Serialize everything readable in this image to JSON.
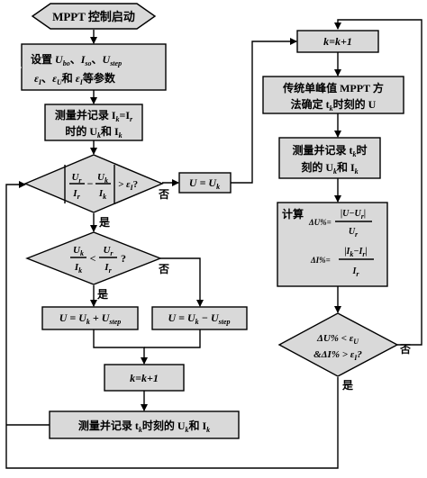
{
  "nodes": {
    "start": {
      "label": "MPPT 控制启动"
    },
    "setup": {
      "prefix": "设置 ",
      "line1_vars": [
        "U",
        "I",
        "U"
      ],
      "line1_subs": [
        "bo",
        "so",
        "step"
      ],
      "line1_seps": [
        "、",
        "、"
      ],
      "line2_vars": [
        "ε",
        "ε",
        "ε"
      ],
      "line2_subs": [
        "I",
        "U",
        "I"
      ],
      "line2_seps": [
        "、",
        "和 "
      ],
      "suffix": "等参数"
    },
    "measure1": {
      "line1": "测量并记录 I",
      "line1_sub": "k",
      "line1_eq": "=I",
      "line1_eq_sub": "r",
      "line2_pre": "时的 U",
      "line2_sub": "k",
      "line2_mid": "和 I",
      "line2_sub2": "k"
    },
    "decision1": {
      "frac1_num": "U",
      "frac1_num_sub": "r",
      "frac1_den": "I",
      "frac1_den_sub": "r",
      "minus": "−",
      "frac2_num": "U",
      "frac2_num_sub": "k",
      "frac2_den": "I",
      "frac2_den_sub": "k",
      "compare": "> ε",
      "compare_sub": "I",
      "question": "?"
    },
    "assign_uk": {
      "lhs": "U",
      "eq": " = U",
      "sub": "k"
    },
    "increment1": {
      "label": "k=k+1"
    },
    "traditional": {
      "line1": "传统单峰值 MPPT 方",
      "line2_pre": "法确定 t",
      "line2_sub": "k",
      "line2_post": "时刻的 U"
    },
    "measure2": {
      "line1": "测量并记录 t",
      "line1_sub": "k",
      "line1_post": "时",
      "line2_pre": "刻的 U",
      "line2_sub": "k",
      "line2_mid": "和 I",
      "line2_sub2": "k"
    },
    "calc": {
      "label": "计算",
      "du_lhs": "ΔU%=",
      "du_num": "|U−U",
      "du_num_sub": "r",
      "du_num_close": "|",
      "du_den": "U",
      "du_den_sub": "r",
      "di_lhs": "ΔI%=",
      "di_num": "|I",
      "di_num_sub": "k",
      "di_num_mid": "−I",
      "di_num_sub2": "r",
      "di_num_close": "|",
      "di_den": "I",
      "di_den_sub": "r"
    },
    "decision2": {
      "frac1_num": "U",
      "frac1_num_sub": "k",
      "frac1_den": "I",
      "frac1_den_sub": "k",
      "lt": "<",
      "frac2_num": "U",
      "frac2_num_sub": "r",
      "frac2_den": "I",
      "frac2_den_sub": "r",
      "question": "?"
    },
    "assign_plus": {
      "lhs": "U",
      "eq": " = U",
      "sub": "k",
      "op": " + U",
      "sub2": "step"
    },
    "assign_minus": {
      "lhs": "U",
      "eq": " = U",
      "sub": "k",
      "op": " − U",
      "sub2": "step"
    },
    "increment2": {
      "label": "k=k+1"
    },
    "measure3": {
      "pre": "测量并记录 t",
      "sub": "k",
      "mid": "时刻的 U",
      "sub2": "k",
      "and": "和 I",
      "sub3": "k"
    },
    "decision3": {
      "line1_pre": "ΔU% < ε",
      "line1_sub": "U",
      "line2_pre": "&ΔI% > ε",
      "line2_sub": "I",
      "line2_post": "?"
    }
  },
  "edge_labels": {
    "yes": "是",
    "no": "否"
  }
}
